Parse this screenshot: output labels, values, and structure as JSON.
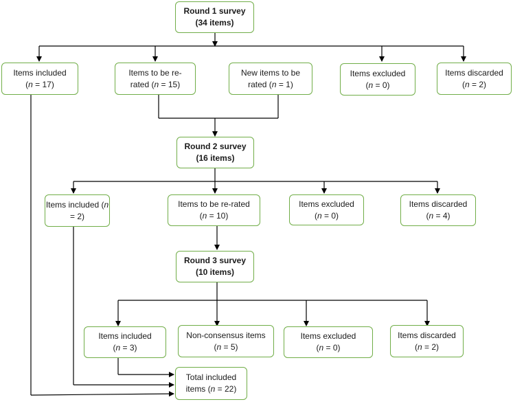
{
  "boxes": {
    "round1": {
      "l1": "Round 1 survey",
      "l2": "(34 items)"
    },
    "r1_included": {
      "l1": "Items included",
      "n": "n",
      "rest": " = 17)"
    },
    "r1_rerated": {
      "l1": "Items to be re-",
      "pre": "rated (",
      "n": "n",
      "rest": " = 15)"
    },
    "r1_new": {
      "l1": "New items to be",
      "pre": "rated (",
      "n": "n",
      "rest": " = 1)"
    },
    "r1_excluded": {
      "l1": "Items excluded",
      "n": "n",
      "rest": " = 0)"
    },
    "r1_discarded": {
      "l1": "Items discarded",
      "n": "n",
      "rest": " = 2)"
    },
    "round2": {
      "l1": "Round 2 survey",
      "l2": "(16 items)"
    },
    "r2_included": {
      "l1": "Items included (",
      "n1": "n",
      "l2": "= 2)"
    },
    "r2_rerated": {
      "l1": "Items to be re-rated",
      "n": "n",
      "rest": " = 10)"
    },
    "r2_excluded": {
      "l1": "Items excluded",
      "n": "n",
      "rest": " = 0)"
    },
    "r2_discarded": {
      "l1": "Items discarded",
      "n": "n",
      "rest": " = 4)"
    },
    "round3": {
      "l1": "Round 3 survey",
      "l2": "(10 items)"
    },
    "r3_included": {
      "l1": "Items included",
      "n": "n",
      "rest": " = 3)"
    },
    "r3_noncons": {
      "l1": "Non-consensus items",
      "n": "n",
      "rest": " = 5)"
    },
    "r3_excluded": {
      "l1": "Items excluded",
      "n": "n",
      "rest": " = 0)"
    },
    "r3_discarded": {
      "l1": "Items discarded",
      "n": "n",
      "rest": " = 2)"
    },
    "total": {
      "l1": "Total included",
      "pre": "items (",
      "n": "n",
      "rest": " = 22)"
    }
  }
}
